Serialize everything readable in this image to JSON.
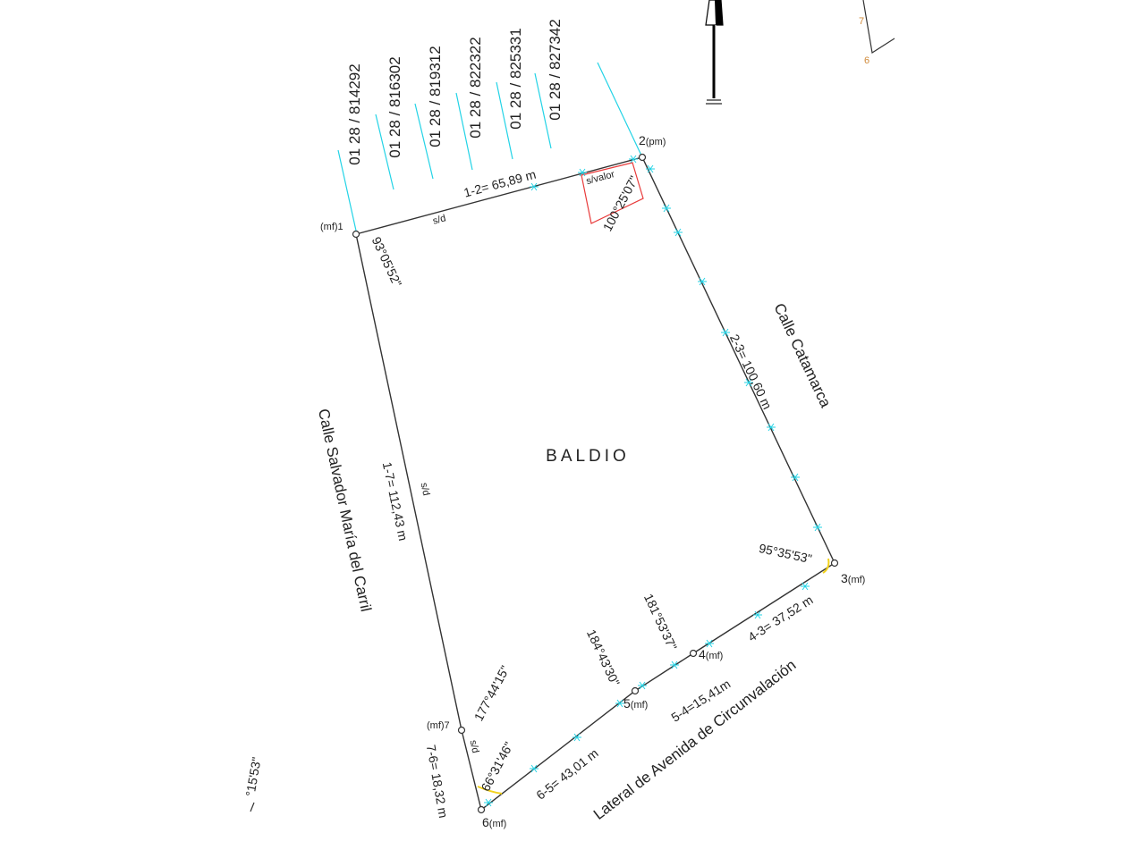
{
  "parcels": [
    "01 28 / 814292",
    "01 28 / 816302",
    "01 28 / 819312",
    "01 28 / 822322",
    "01 28 / 825331",
    "01 28 / 827342"
  ],
  "vertices": {
    "v1": "(mf)1",
    "v2": "2",
    "v2_type": "(pm)",
    "v3": "3",
    "v3_type": "(mf)",
    "v4": "4",
    "v4_type": "(mf)",
    "v5": "5",
    "v5_type": "(mf)",
    "v6": "6",
    "v6_type": "(mf)",
    "v7": "(mf)7"
  },
  "sides": {
    "s12": "1-2= 65,89 m",
    "s23": "2-3= 100,60 m",
    "s17": "1-7= 112,43 m",
    "s43": "4-3= 37,52 m",
    "s54": "5-4=15,41m",
    "s65": "6-5= 43,01 m",
    "s76": "7-6= 18,32 m",
    "sd1": "s/d",
    "sd2": "s/d",
    "sd3": "s/d"
  },
  "angles": {
    "a1": "93°05'52\"",
    "a2": "100°25'07\"",
    "a3": "95°35'53\"",
    "a4": "181°53'37\"",
    "a5": "184°43'30\"",
    "a6": "66°31'46\"",
    "a7": "177°44'15\""
  },
  "notes": {
    "svalor": "s/valor",
    "baldio": "BALDIO",
    "fragment_angle": "°15'53\""
  },
  "streets": {
    "catamarca": "Calle Catamarca",
    "salvador": "Calle Salvador María del Carril",
    "circunvalacion": "Lateral de Avenida de Circunvalación"
  },
  "inset": {
    "p7": "7",
    "p6": "6"
  },
  "colors": {
    "line": "#333333",
    "tick": "#22d3e6",
    "box": "#e83a3a",
    "arc": "#f2d21b"
  }
}
